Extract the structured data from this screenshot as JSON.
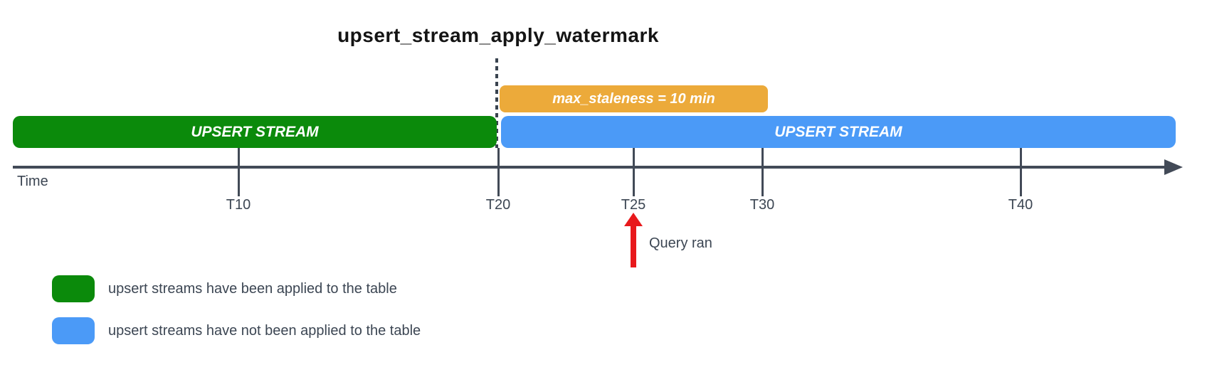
{
  "title": "upsert_stream_apply_watermark",
  "bars": {
    "applied": {
      "label": "UPSERT STREAM",
      "color": "#0b8a0b"
    },
    "not_applied": {
      "label": "UPSERT STREAM",
      "color": "#4b9af7"
    },
    "staleness": {
      "label": "max_staleness = 10 min",
      "color": "#ecaa3a"
    }
  },
  "timeline": {
    "axis_label": "Time",
    "axis_color": "#424a57",
    "ticks": [
      {
        "label": "T10"
      },
      {
        "label": "T20"
      },
      {
        "label": "T25"
      },
      {
        "label": "T30"
      },
      {
        "label": "T40"
      }
    ]
  },
  "annotations": {
    "watermark_line_at": "T20",
    "query_ran": {
      "label": "Query ran",
      "at": "T25",
      "arrow_color": "#e8191c"
    }
  },
  "legend": [
    {
      "swatch_color": "#0b8a0b",
      "label": "upsert streams have been applied to the table"
    },
    {
      "swatch_color": "#4b9af7",
      "label": "upsert streams have not been applied to the table"
    }
  ]
}
